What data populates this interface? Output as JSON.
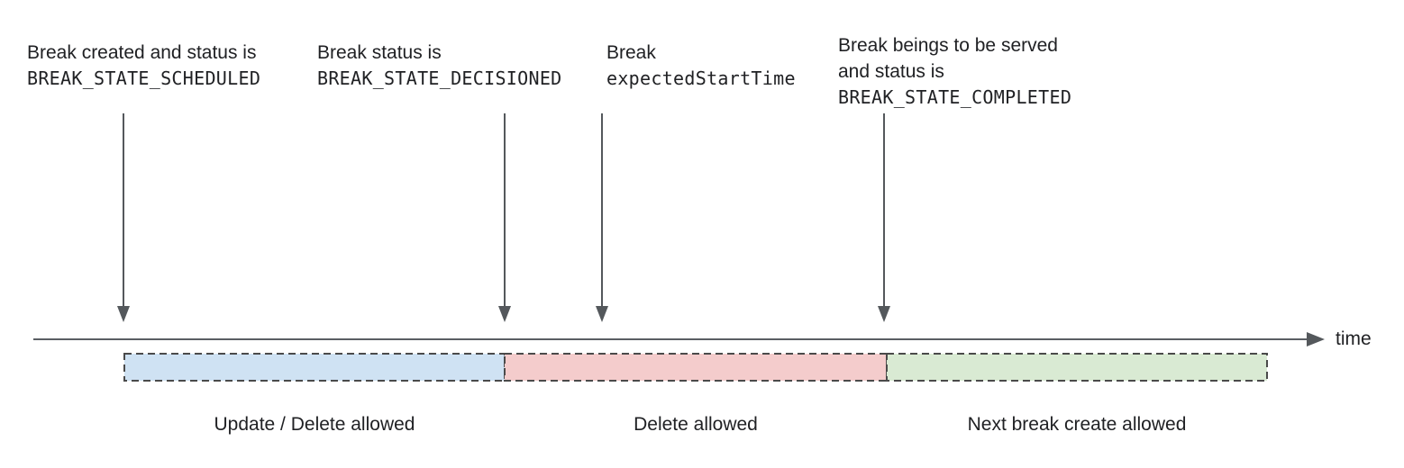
{
  "annotations": [
    {
      "lines": [
        "Break created and status is"
      ],
      "code": "BREAK_STATE_SCHEDULED"
    },
    {
      "lines": [
        "Break status is"
      ],
      "code": "BREAK_STATE_DECISIONED"
    },
    {
      "lines": [
        "Break"
      ],
      "code": "expectedStartTime"
    },
    {
      "lines": [
        "Break beings to be served",
        "and status is"
      ],
      "code": "BREAK_STATE_COMPLETED"
    }
  ],
  "timeline": {
    "axis_label": "time",
    "line_color": "#54585c",
    "segment_border_color": "#4a4a4a",
    "segments": [
      {
        "label": "Update / Delete allowed",
        "color": "#cfe2f3"
      },
      {
        "label": "Delete allowed",
        "color": "#f4cccc"
      },
      {
        "label": "Next break create allowed",
        "color": "#d9ead3"
      }
    ]
  }
}
